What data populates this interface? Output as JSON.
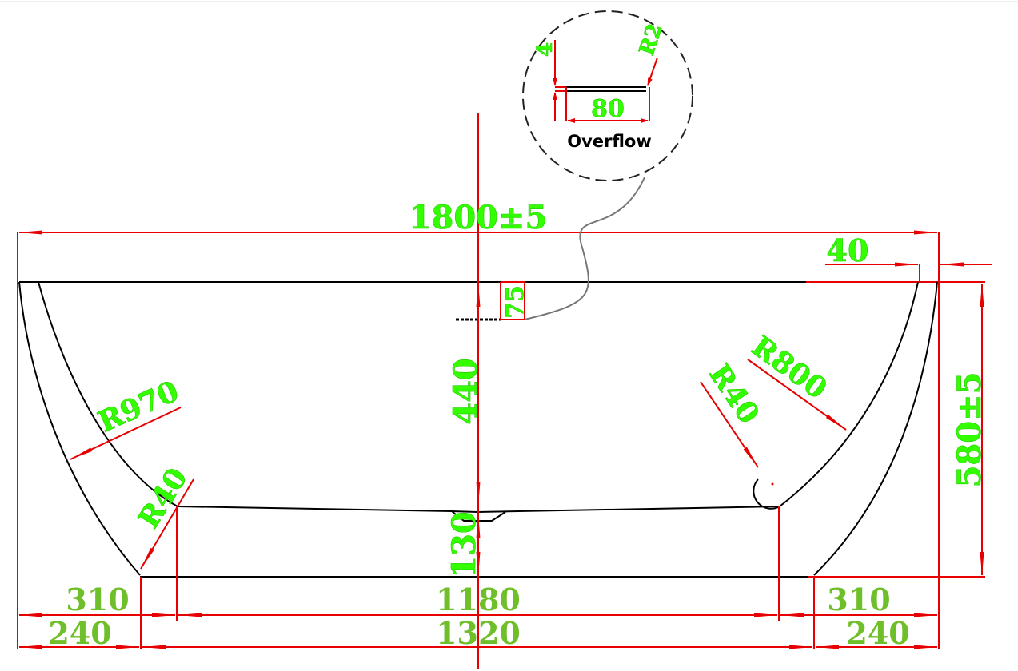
{
  "dimensions": {
    "overall_length": "1800±5",
    "rim_overhang": "40",
    "overflow_height": "75",
    "depth": "440",
    "drain_height": "130",
    "overall_height": "580±5",
    "radius_left_side": "R970",
    "radius_left_bottom": "R40",
    "radius_right_side": "R800",
    "radius_right_bottom": "R40",
    "inner_left_310": "310",
    "inner_right_310": "310",
    "inner_bottom": "1180",
    "outer_left_240": "240",
    "outer_right_240": "240",
    "outer_bottom": "1320"
  },
  "detail": {
    "label": "Overflow",
    "thickness": "4",
    "radius": "R2",
    "width": "80"
  },
  "colors": {
    "dimension_line": "#e60000",
    "dimension_text": "#33ff00",
    "outline": "#000000"
  }
}
